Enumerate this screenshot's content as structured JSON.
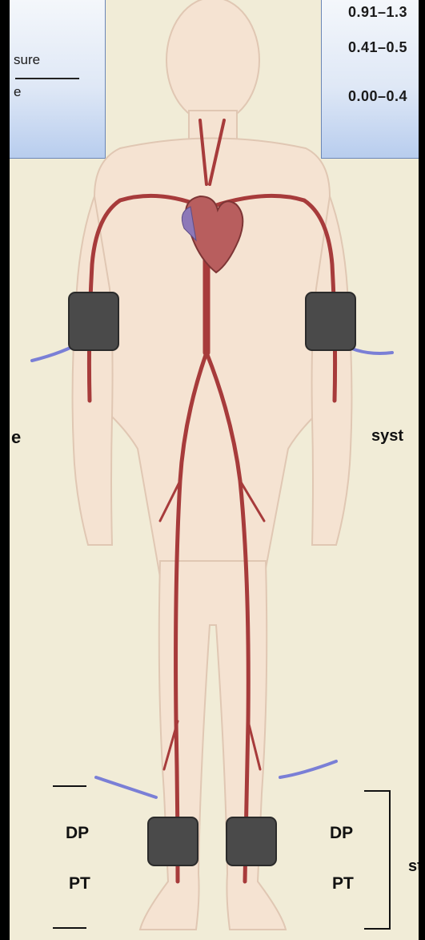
{
  "left_panel": {
    "line1": "sure",
    "line2": "e"
  },
  "right_panel": {
    "row1": "0.91–1.3",
    "row2": "0.41–0.5",
    "row3": "0.00–0.4"
  },
  "labels": {
    "left_side": "e",
    "right_side": "syst",
    "dp_left": "DP",
    "pt_left": "PT",
    "dp_right": "DP",
    "pt_right": "PT",
    "far_right": "st"
  },
  "colors": {
    "skin": "#f5e3d2",
    "artery": "#a73b3b",
    "vein": "#7a7fd6",
    "cuff": "#4a4a4a",
    "background": "#f1ecd7",
    "panel_border": "#6a86b6"
  }
}
